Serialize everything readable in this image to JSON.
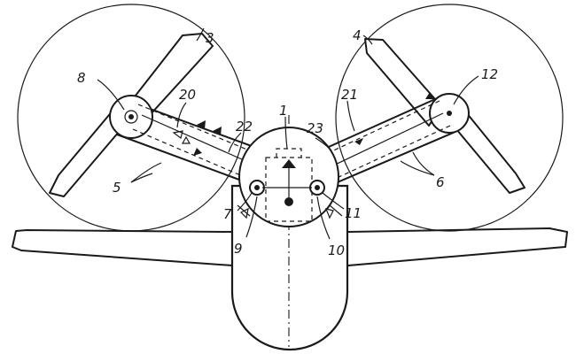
{
  "labels": [
    {
      "id": "1",
      "text": "1"
    },
    {
      "id": "3",
      "text": "3"
    },
    {
      "id": "4",
      "text": "4"
    },
    {
      "id": "5",
      "text": "5"
    },
    {
      "id": "6",
      "text": "6"
    },
    {
      "id": "7",
      "text": "7"
    },
    {
      "id": "8",
      "text": "8"
    },
    {
      "id": "9",
      "text": "9"
    },
    {
      "id": "10",
      "text": "10"
    },
    {
      "id": "11",
      "text": "11"
    },
    {
      "id": "12",
      "text": "12"
    },
    {
      "id": "20",
      "text": "20"
    },
    {
      "id": "21",
      "text": "21"
    },
    {
      "id": "22",
      "text": "22"
    },
    {
      "id": "23",
      "text": "23"
    }
  ]
}
